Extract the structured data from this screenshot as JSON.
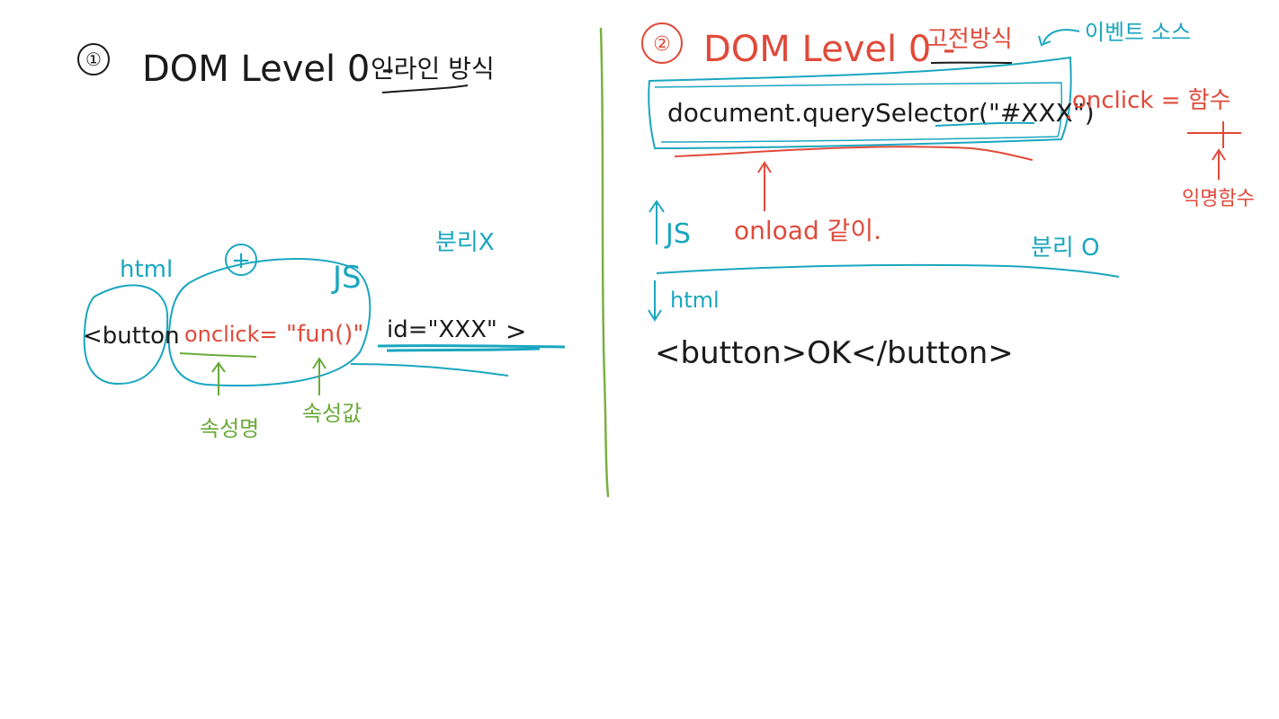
{
  "colors": {
    "ink": "#1a1a1a",
    "red": "#e04a3a",
    "cyan": "#1aa6bf",
    "green": "#6aaa3a",
    "divider": "#7ab041"
  },
  "left": {
    "number": "①",
    "title": "DOM Level 0 -",
    "title_korean": "인라인 방식",
    "label_html": "html",
    "label_plus": "+",
    "label_js": "JS",
    "label_separation": "분리X",
    "code_tag": "<button",
    "code_attr": "onclick=",
    "code_value": "\"fun()\"",
    "code_id": "id=\"XXX\"",
    "code_close": ">",
    "note_attr_name": "속성명",
    "note_attr_value": "속성값"
  },
  "right": {
    "number": "②",
    "title": "DOM Level 0 -",
    "title_korean": "고전방식",
    "event_source_label": "이벤트 소스",
    "code_selector": "document.querySelector(\"#XXX\")",
    "code_dot": ".",
    "code_onclick": "onclick = 함수",
    "anonymous_fn": "익명함수",
    "js_label": "JS",
    "onload_note": "onload 같이.",
    "separation_label": "분리 O",
    "html_label": "html",
    "button_code": "<button>OK</button>"
  }
}
